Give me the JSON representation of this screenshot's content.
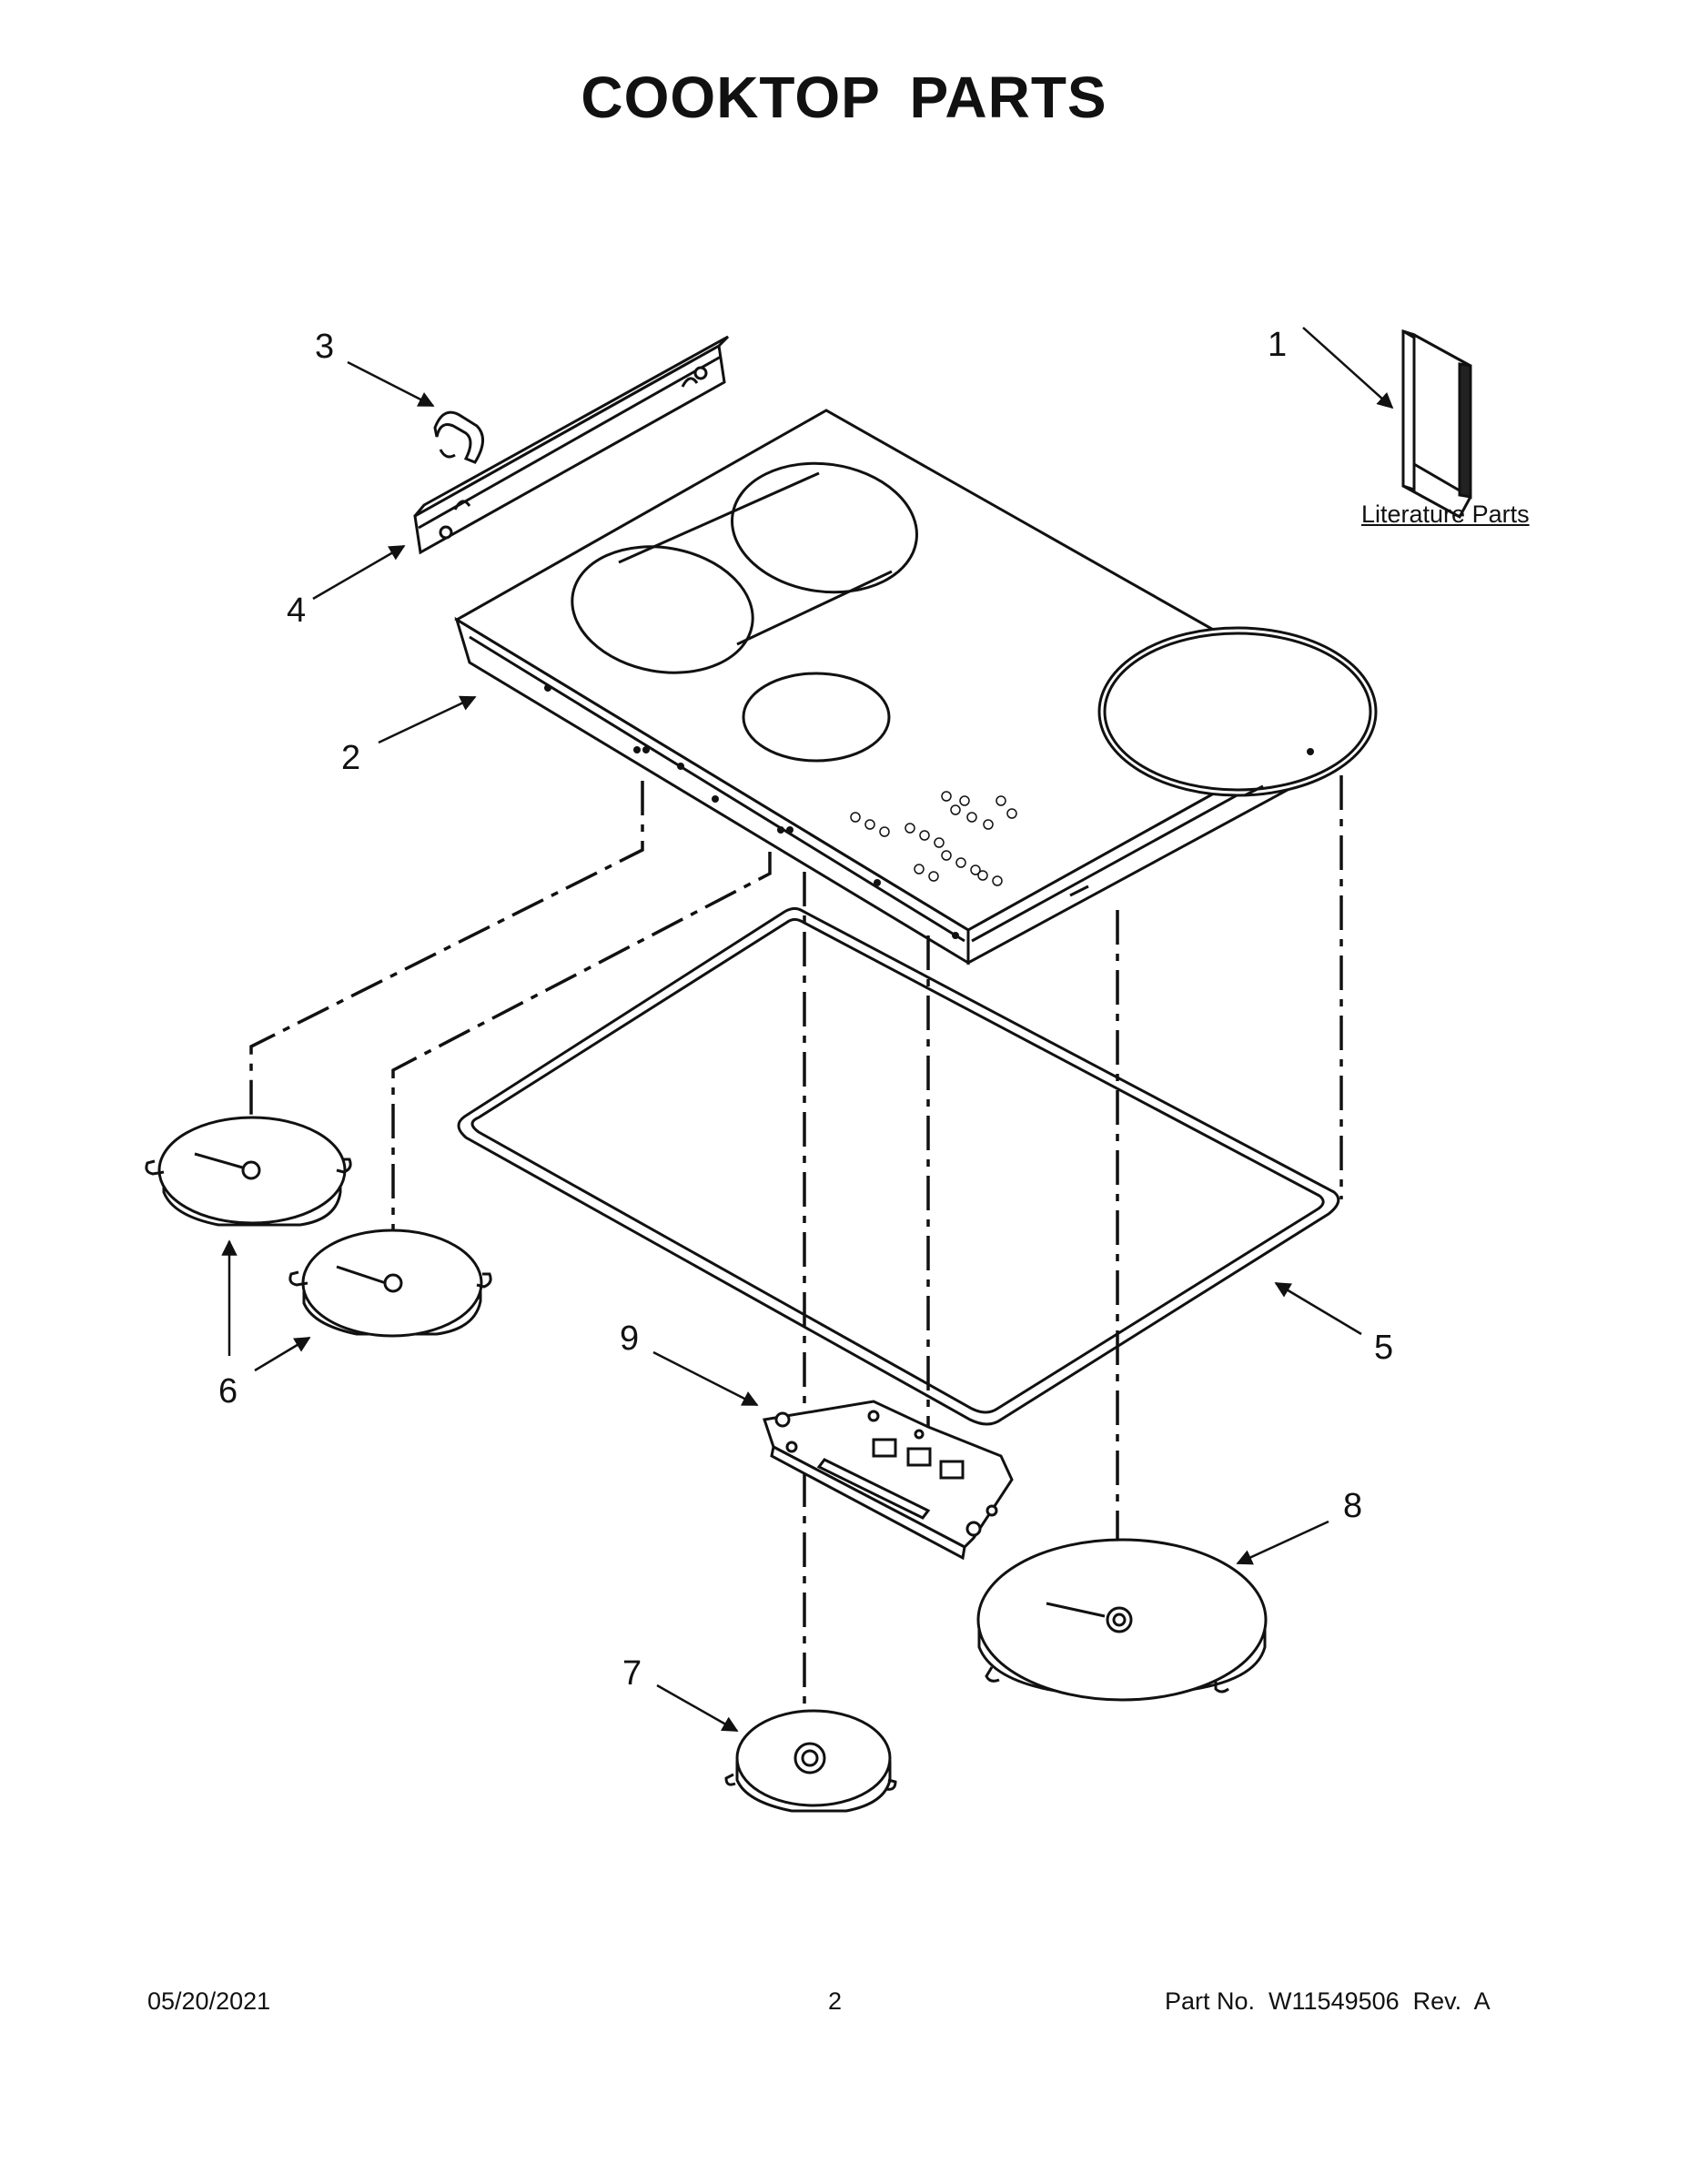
{
  "page": {
    "title": "COOKTOP PARTS",
    "literature_label": "Literature Parts"
  },
  "callouts": {
    "c1": "1",
    "c2": "2",
    "c3": "3",
    "c4": "4",
    "c5": "5",
    "c6": "6",
    "c7": "7",
    "c8": "8",
    "c9": "9"
  },
  "footer": {
    "date": "05/20/2021",
    "page_number": "2",
    "part_number": "Part No.  W11549506  Rev.  A"
  }
}
